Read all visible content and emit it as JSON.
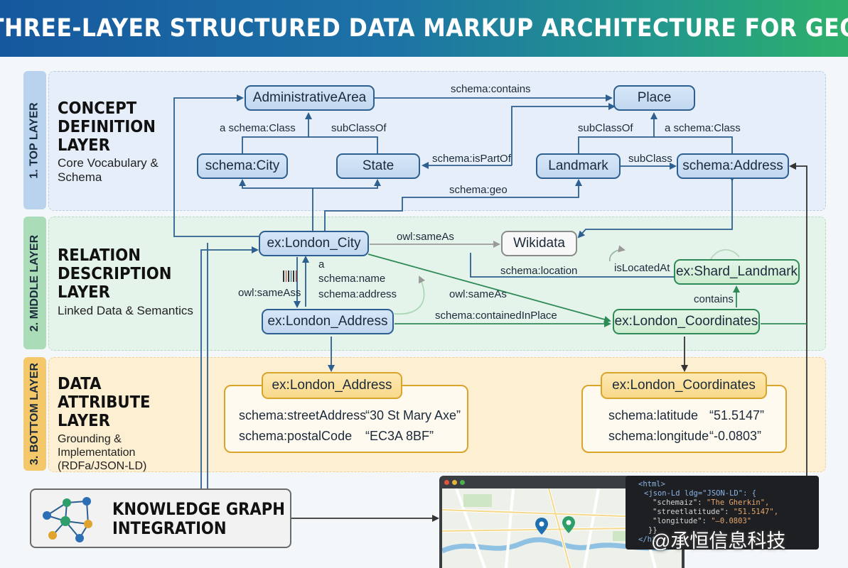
{
  "title": "THREE-LAYER STRUCTURED DATA MARKUP ARCHITECTURE FOR GEO",
  "layers": {
    "top": {
      "tab": "1. TOP LAYER",
      "heading": [
        "CONCEPT",
        "DEFINITION",
        "LAYER"
      ],
      "subtitle": [
        "Core Vocabulary &",
        "Schema"
      ]
    },
    "middle": {
      "tab": "2. MIDDLE LAYER",
      "heading": [
        "RELATION",
        "DESCRIPTION",
        "LAYER"
      ],
      "subtitle": [
        "Linked Data & Semantics"
      ]
    },
    "bottom": {
      "tab": "3. BOTTOM LAYER",
      "heading": [
        "DATA",
        "ATTRIBUTE",
        "LAYER"
      ],
      "subtitle": [
        "Grounding & Implementation",
        "(RDFa/JSON-LD)"
      ]
    }
  },
  "nodes": {
    "administrative_area": "AdministrativeArea",
    "place": "Place",
    "schema_city": "schema:City",
    "state": "State",
    "landmark": "Landmark",
    "schema_address": "schema:Address",
    "london_city": "ex:London_City",
    "wikidata": "Wikidata",
    "shard_landmark": "ex:Shard_Landmark",
    "london_address": "ex:London_Address",
    "london_coordinates": "ex:London_Coordinates"
  },
  "edge_labels": {
    "schema_contains": "schema:contains",
    "a_schema_class_left": "a schema:Class",
    "subclassof_left": "subClassOf",
    "schema_ispartof": "schema:isPartOf",
    "subclassof_right": "subClassOf",
    "a_schema_class_right": "a schema:Class",
    "subclass": "subClass",
    "schema_geo": "schema:geo",
    "owl_sameas_wikidata": "owl:sameAs",
    "schema_location": "schema:location",
    "islocatedat": "isLocatedAt",
    "a": "a",
    "schema_name": "schema:name",
    "schema_address": "schema:address",
    "owl_sameass": "owl:sameAss",
    "owl_sameas_coords": "owl:sameAs",
    "schema_containedinplace": "schema:containedInPlace",
    "contains": "contains"
  },
  "cards": {
    "address": {
      "title": "ex:London_Address",
      "rows": [
        {
          "key": "schema:streetAddress",
          "value": "“30 St Mary Axe”"
        },
        {
          "key": "schema:postalCode",
          "value": "“EC3A 8BF”"
        }
      ]
    },
    "coordinates": {
      "title": "ex:London_Coordinates",
      "rows": [
        {
          "key": "schema:latitude",
          "value": "“51.5147”"
        },
        {
          "key": "schema:longitude",
          "value": "“-0.0803”"
        }
      ]
    }
  },
  "knowledge_graph": {
    "line1": "KNOWLEDGE GRAPH",
    "line2": "INTEGRATION"
  },
  "code_snippet": {
    "line1": "<html>",
    "line2": "<json-Ld ldg=\"JSON-LD\": {",
    "line3_key": "\"schemaiz\": ",
    "line3_val": "\"The Gherkin\",",
    "line4_key": "\"streetlatitude\": ",
    "line4_val": "\"51.5147\",",
    "line5_key": "\"longitude\": ",
    "line5_val": "\"–0.0803\"",
    "line6": "}}",
    "line7": "</ht"
  },
  "watermark": "@承恒信息科技",
  "colors": {
    "node_blue_border": "#2d5f90",
    "node_green_border": "#2e8b57",
    "node_yellow_border": "#d9a42a",
    "edge_blue": "#2d5f90",
    "edge_green": "#2e8b57",
    "edge_gray": "#9a9a9a"
  }
}
